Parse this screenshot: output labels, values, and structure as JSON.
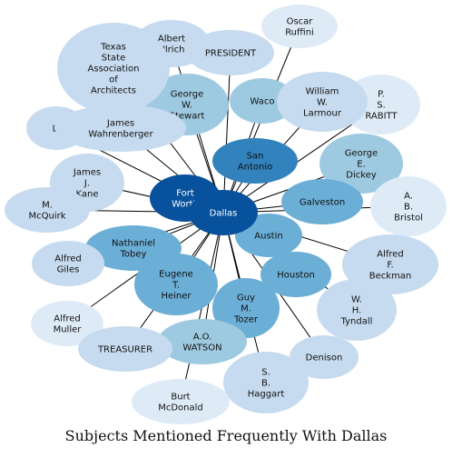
{
  "caption": "Subjects Mentioned Frequently With Dallas",
  "center": "Dallas",
  "colors": {
    "darkest": "#08519c",
    "dark": "#3182bd",
    "medium": "#6baed6",
    "light": "#9ecae1",
    "lighter": "#c6dbef",
    "lightest": "#deebf7"
  },
  "nodes": [
    {
      "id": "oscar-ruffini",
      "lines": [
        "Oscar",
        "Ruffini"
      ]
    },
    {
      "id": "albert-ulrich",
      "lines": [
        "Albert",
        "Ulrich"
      ]
    },
    {
      "id": "president",
      "lines": [
        "PRESIDENT"
      ]
    },
    {
      "id": "p-s-rabitt",
      "lines": [
        "P.",
        "S.",
        "RABITT"
      ]
    },
    {
      "id": "george-w-stewart",
      "lines": [
        "George",
        "W.",
        "Stewart"
      ]
    },
    {
      "id": "waco",
      "lines": [
        "Waco"
      ]
    },
    {
      "id": "william-w-larmour",
      "lines": [
        "William",
        "W.",
        "Larmour"
      ]
    },
    {
      "id": "l",
      "lines": [
        "L."
      ]
    },
    {
      "id": "texas-state-association",
      "lines": [
        "Texas",
        "State",
        "Association",
        "of",
        "Architects"
      ]
    },
    {
      "id": "james-wahrenberger",
      "lines": [
        "James",
        "Wahrenberger"
      ]
    },
    {
      "id": "san-antonio",
      "lines": [
        "San",
        "Antonio"
      ]
    },
    {
      "id": "george-e-dickey",
      "lines": [
        "George",
        "E.",
        "Dickey"
      ]
    },
    {
      "id": "james-j-kane",
      "lines": [
        "James",
        "J.",
        "Kane"
      ]
    },
    {
      "id": "fort-worth",
      "lines": [
        "Fort",
        "Worth"
      ]
    },
    {
      "id": "galveston",
      "lines": [
        "Galveston"
      ]
    },
    {
      "id": "a-b-bristol",
      "lines": [
        "A.",
        "B.",
        "Bristol"
      ]
    },
    {
      "id": "m-mcquirk",
      "lines": [
        "M.",
        "McQuirk"
      ]
    },
    {
      "id": "austin",
      "lines": [
        "Austin"
      ]
    },
    {
      "id": "nathaniel-tobey",
      "lines": [
        "Nathaniel",
        "Tobey"
      ]
    },
    {
      "id": "alfred-giles",
      "lines": [
        "Alfred",
        "Giles"
      ]
    },
    {
      "id": "alfred-f-beckman",
      "lines": [
        "Alfred",
        "F.",
        "Beckman"
      ]
    },
    {
      "id": "eugene-t-heiner",
      "lines": [
        "Eugene",
        "T.",
        "Heiner"
      ]
    },
    {
      "id": "houston",
      "lines": [
        "Houston"
      ]
    },
    {
      "id": "w-h-tyndall",
      "lines": [
        "W.",
        "H.",
        "Tyndall"
      ]
    },
    {
      "id": "guy-m-tozer",
      "lines": [
        "Guy",
        "M.",
        "Tozer"
      ]
    },
    {
      "id": "alfred-muller",
      "lines": [
        "Alfred",
        "Muller"
      ]
    },
    {
      "id": "a-o-watson",
      "lines": [
        "A.O.",
        "WATSON"
      ]
    },
    {
      "id": "treasurer",
      "lines": [
        "TREASURER"
      ]
    },
    {
      "id": "denison",
      "lines": [
        "Denison"
      ]
    },
    {
      "id": "s-b-haggart",
      "lines": [
        "S.",
        "B.",
        "Haggart"
      ]
    },
    {
      "id": "burt-mcdonald",
      "lines": [
        "Burt",
        "McDonald"
      ]
    }
  ]
}
